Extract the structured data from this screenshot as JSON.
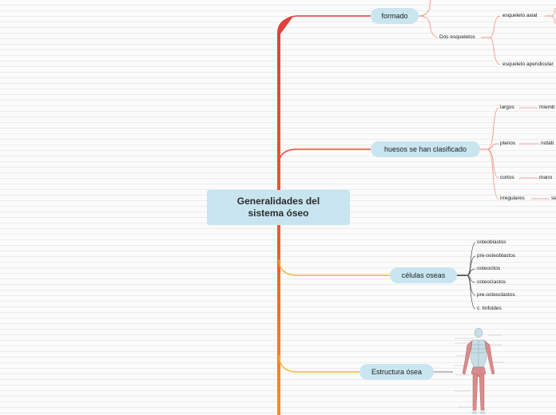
{
  "central": {
    "line1": "Generalidades del",
    "line2": "sistema óseo"
  },
  "branches": {
    "formado": "formado",
    "clasificado": "huesos se han clasificado",
    "celulas": "células oseas",
    "estructura": "Estructura ósea"
  },
  "formado_children": {
    "dos_esqueletos": "Dos esqueletos",
    "axial": "esqueleto axial",
    "apendicular": "esqueleto apendicular"
  },
  "clasificado_children": [
    {
      "label": "largos",
      "detail": "miemb"
    },
    {
      "label": "planos",
      "detail": "notab"
    },
    {
      "label": "cortos",
      "detail": "mano"
    },
    {
      "label": "irregulares",
      "detail": "se"
    }
  ],
  "celulas_children": [
    "osteoblastos",
    "pre-osteoblastos",
    "osteocitos",
    "osteoclastos",
    "pre-osteoclastos",
    "c. linfoides"
  ],
  "colors": {
    "trunk_top": "#e0413a",
    "trunk_mid": "#ef5a2c",
    "trunk_bottom": "#f4a21d",
    "branch_red": "#ee4a3e",
    "branch_orange": "#f26b3c",
    "branch_yellow": "#f6b23a",
    "leaf_line": "#f08a7a",
    "node_fill": "#c9e6f0",
    "skeleton_bone": "#c9dde6",
    "skeleton_muscle": "#d98b8b"
  }
}
